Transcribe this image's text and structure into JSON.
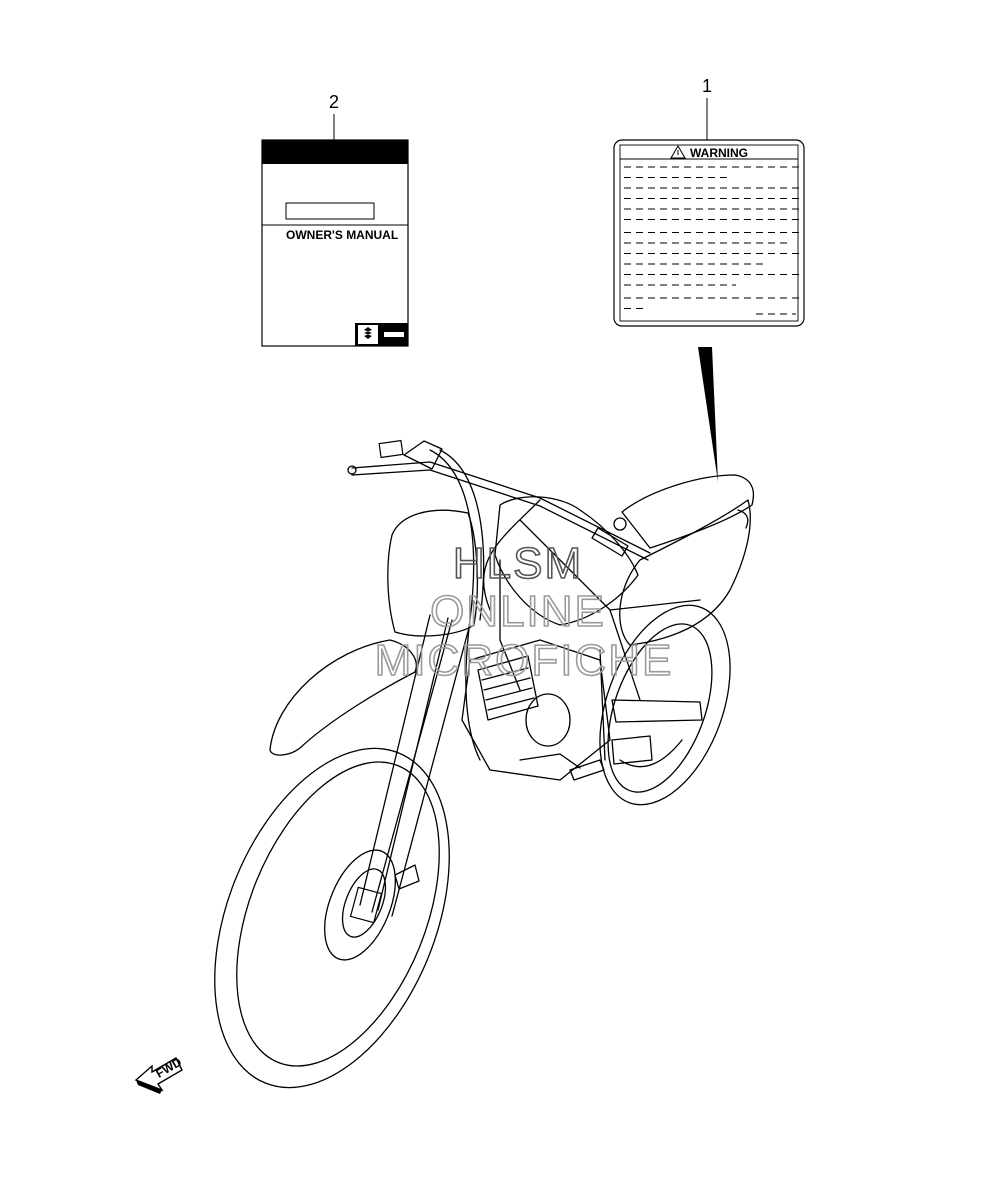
{
  "callouts": {
    "warning_label": "1",
    "owners_manual": "2"
  },
  "owners_manual": {
    "title": "OWNER'S MANUAL",
    "logo_icon": "suzuki-s-logo-icon"
  },
  "warning_label": {
    "title": "WARNING",
    "icon": "warning-triangle-icon"
  },
  "watermark": {
    "line1": "HLSM",
    "line2": "ONLINE",
    "line3": "MICROFICHE"
  },
  "direction_arrow": {
    "label": "FWD"
  },
  "colors": {
    "ink": "#000000",
    "watermark": "#9a9a9a",
    "background": "#ffffff"
  }
}
